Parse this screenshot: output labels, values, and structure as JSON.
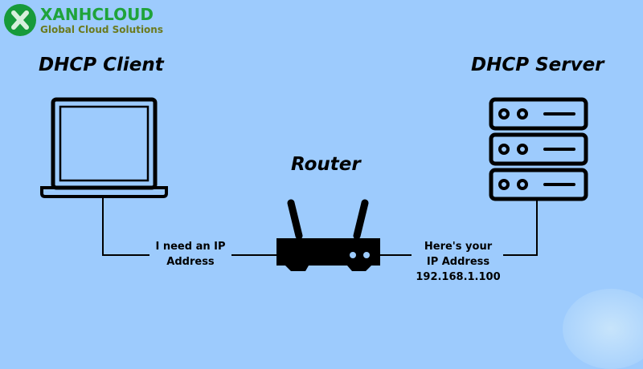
{
  "logo": {
    "name": "XANHCLOUD",
    "tagline": "Global Cloud Solutions"
  },
  "titles": {
    "client": "DHCP Client",
    "server": "DHCP Server",
    "router": "Router"
  },
  "messages": {
    "request": [
      "I need an IP",
      "Address"
    ],
    "response": [
      "Here's your",
      "IP Address",
      "192.168.1.100"
    ]
  },
  "colors": {
    "background": "#9dcbfd",
    "brand_green": "#1fa33a"
  }
}
